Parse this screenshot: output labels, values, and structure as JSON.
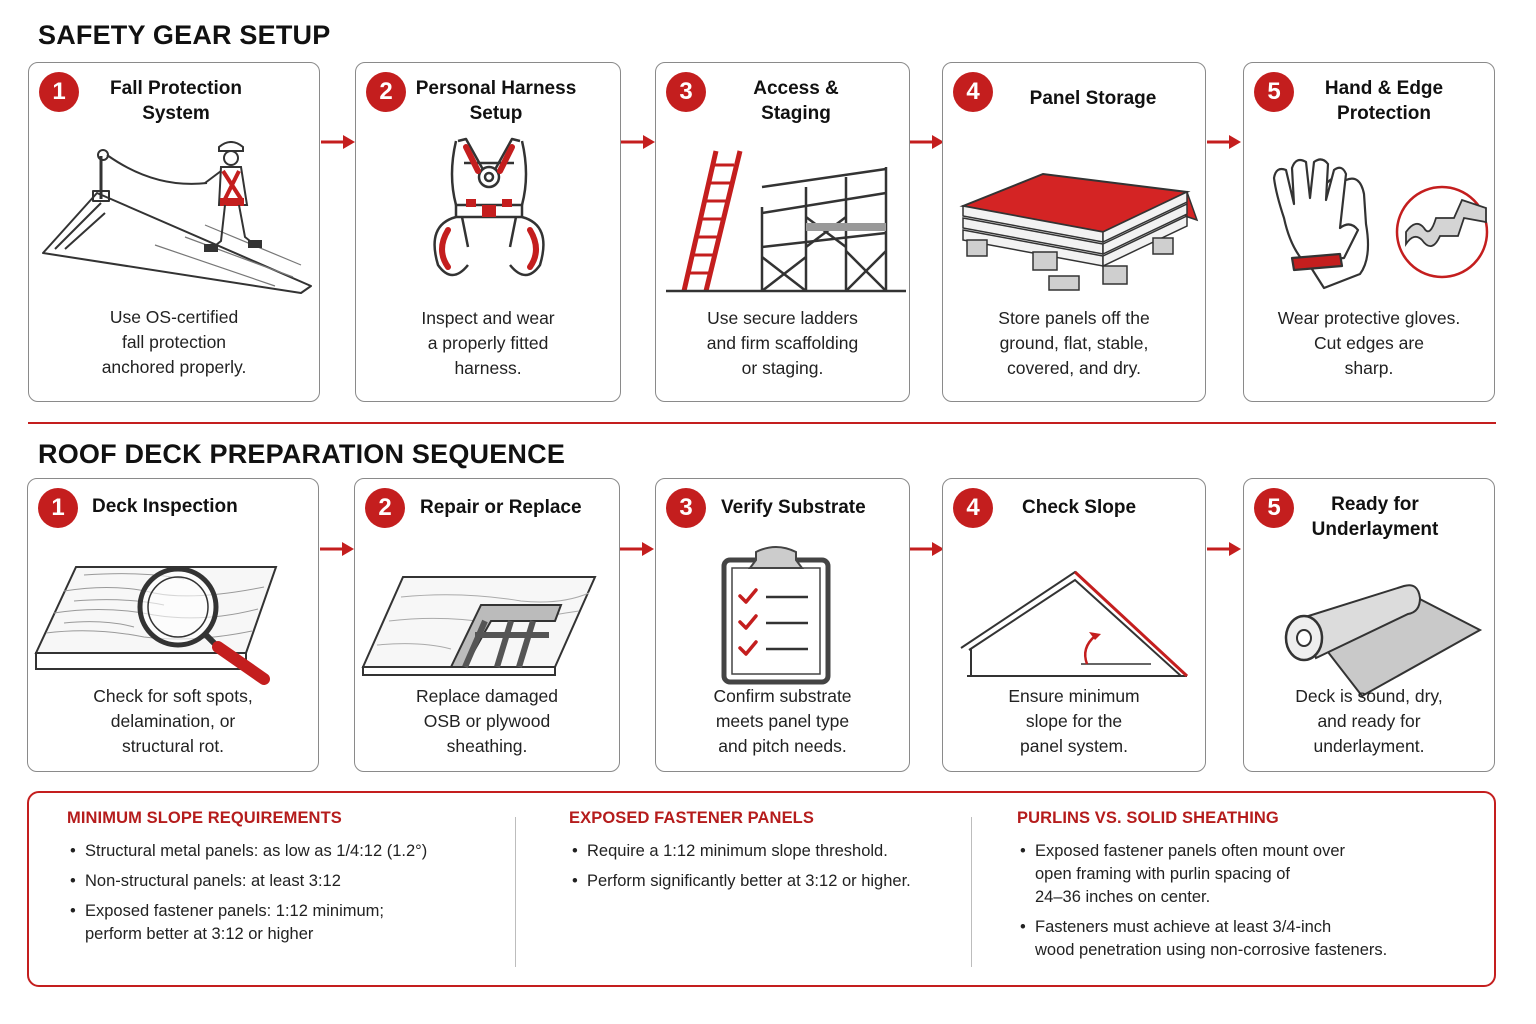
{
  "sections": {
    "safety": {
      "title": "SAFETY GEAR SETUP",
      "steps": [
        {
          "num": "1",
          "title": "Fall Protection\nSystem",
          "desc": "Use OS-certified\nfall protection\nanchored properly.",
          "icon": "roof-worker-icon"
        },
        {
          "num": "2",
          "title": "Personal Harness\nSetup",
          "desc": "Inspect and wear\na properly fitted\nharness.",
          "icon": "harness-icon"
        },
        {
          "num": "3",
          "title": "Access &\nStaging",
          "desc": "Use secure ladders\nand firm scaffolding\nor staging.",
          "icon": "ladder-scaffold-icon"
        },
        {
          "num": "4",
          "title": "Panel Storage",
          "desc": "Store panels off the\nground, flat, stable,\ncovered, and dry.",
          "icon": "panel-stack-icon"
        },
        {
          "num": "5",
          "title": "Hand & Edge\nProtection",
          "desc": "Wear protective gloves.\nCut edges are\nsharp.",
          "icon": "gloves-icon"
        }
      ]
    },
    "deck": {
      "title": "ROOF DECK PREPARATION SEQUENCE",
      "steps": [
        {
          "num": "1",
          "title": "Deck Inspection",
          "desc": "Check for soft spots,\ndelamination, or\nstructural rot.",
          "icon": "magnifier-icon"
        },
        {
          "num": "2",
          "title": "Repair or Replace",
          "desc": "Replace damaged\nOSB or plywood\nsheathing.",
          "icon": "sheathing-icon"
        },
        {
          "num": "3",
          "title": "Verify Substrate",
          "desc": "Confirm substrate\nmeets panel type\nand pitch needs.",
          "icon": "clipboard-icon"
        },
        {
          "num": "4",
          "title": "Check Slope",
          "desc": "Ensure minimum\nslope for the\npanel system.",
          "icon": "roof-slope-icon"
        },
        {
          "num": "5",
          "title": "Ready for\nUnderlayment",
          "desc": "Deck is sound, dry,\nand ready for\nunderlayment.",
          "icon": "underlayment-roll-icon"
        }
      ]
    }
  },
  "info": {
    "col1": {
      "heading": "MINIMUM SLOPE REQUIREMENTS",
      "items": [
        "Structural metal panels: as low as 1/4:12 (1.2°)",
        "Non-structural panels: at least 3:12",
        "Exposed fastener panels: 1:12 minimum;\nperform better at 3:12 or higher"
      ]
    },
    "col2": {
      "heading": "EXPOSED FASTENER PANELS",
      "items": [
        "Require a 1:12 minimum slope threshold.",
        "Perform significantly better at 3:12 or higher."
      ]
    },
    "col3": {
      "heading": "PURLINS VS. SOLID SHEATHING",
      "items": [
        "Exposed fastener panels often mount over\nopen framing with purlin spacing of\n24–36 inches on center.",
        "Fasteners must achieve at least 3/4-inch\nwood penetration using non-corrosive fasteners."
      ]
    }
  },
  "colors": {
    "accent": "#c41e1e",
    "border": "#8a8a8a",
    "text": "#1a1a1a"
  }
}
